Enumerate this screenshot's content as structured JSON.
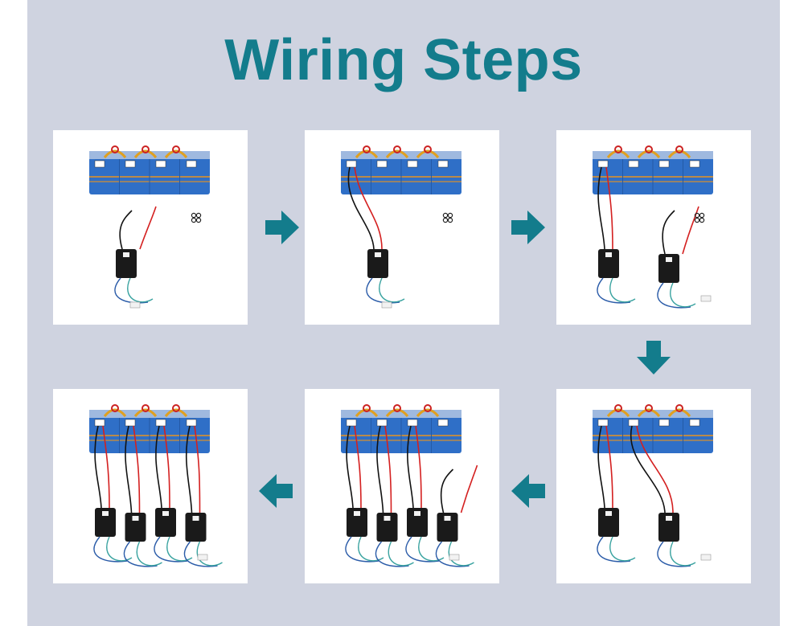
{
  "title": "Wiring Steps",
  "colors": {
    "background": "#cfd3e0",
    "title": "#137c8c",
    "arrow": "#137c8c"
  },
  "steps": [
    {
      "step": 1,
      "balancers": 1,
      "connected": 0
    },
    {
      "step": 2,
      "balancers": 1,
      "connected": 1
    },
    {
      "step": 3,
      "balancers": 2,
      "connected": 1
    },
    {
      "step": 4,
      "balancers": 2,
      "connected": 2
    },
    {
      "step": 5,
      "balancers": 4,
      "connected": 3
    },
    {
      "step": 6,
      "balancers": 4,
      "connected": 4
    }
  ],
  "arrows": [
    {
      "direction": "right"
    },
    {
      "direction": "right"
    },
    {
      "direction": "down"
    },
    {
      "direction": "left"
    },
    {
      "direction": "left"
    }
  ]
}
